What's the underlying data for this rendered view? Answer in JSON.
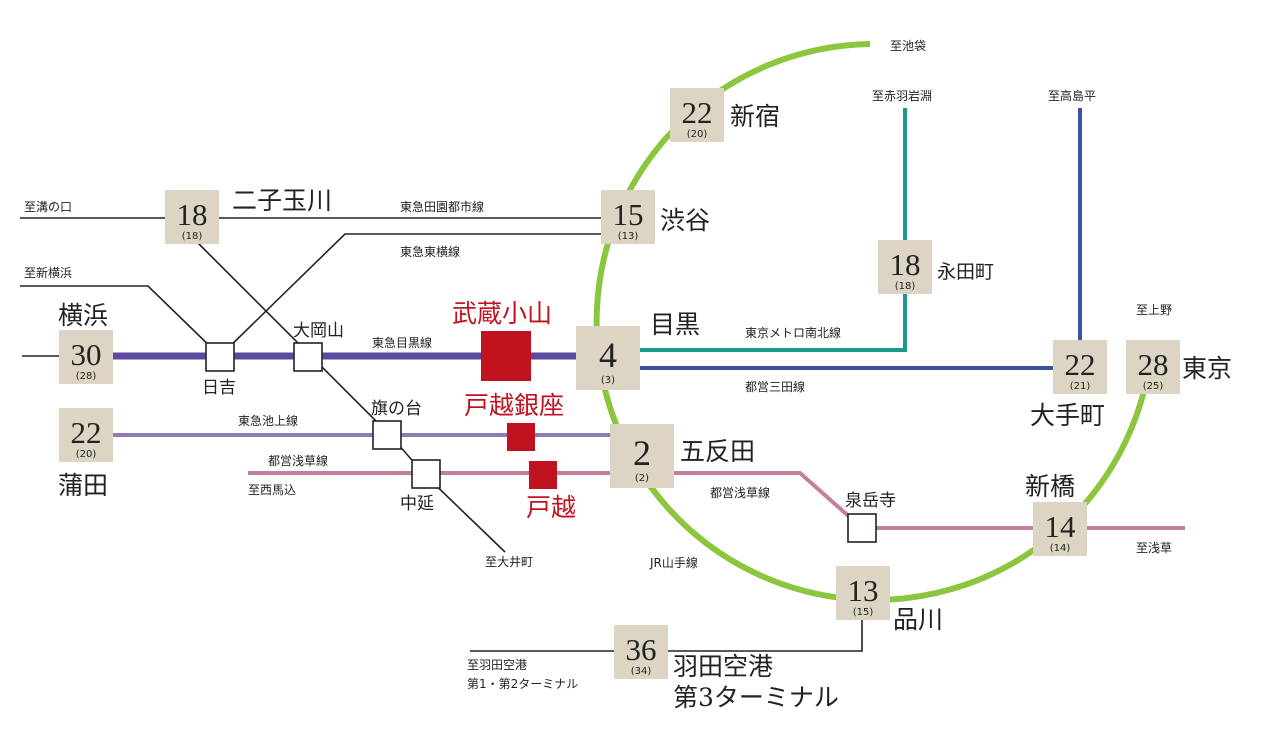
{
  "colors": {
    "jr_yamanote": "#8cc63f",
    "meguro_line": "#5b4aa0",
    "namboku_line": "#1a9a8a",
    "mita_line": "#3d4fa0",
    "ikegami_line": "#8d7bb5",
    "asakusa_line": "#c47fa0",
    "black_line": "#222222",
    "time_box": "#ddd5c3",
    "highlight": "#c0121f"
  },
  "stations": {
    "futakotamagawa": {
      "label": "二子玉川",
      "minutes": "18",
      "sub": "(18)"
    },
    "shinjuku": {
      "label": "新宿",
      "minutes": "22",
      "sub": "(20)"
    },
    "shibuya": {
      "label": "渋谷",
      "minutes": "15",
      "sub": "(13)"
    },
    "nagatacho": {
      "label": "永田町",
      "minutes": "18",
      "sub": "(18)"
    },
    "yokohama": {
      "label": "横浜",
      "minutes": "30",
      "sub": "(28)"
    },
    "meguro": {
      "label": "目黒",
      "minutes": "4",
      "sub": "(3)"
    },
    "otemachi": {
      "label": "大手町",
      "minutes": "22",
      "sub": "(21)"
    },
    "tokyo": {
      "label": "東京",
      "minutes": "28",
      "sub": "(25)"
    },
    "kamata": {
      "label": "蒲田",
      "minutes": "22",
      "sub": "(20)"
    },
    "gotanda": {
      "label": "五反田",
      "minutes": "2",
      "sub": "(2)"
    },
    "shimbashi": {
      "label": "新橋",
      "minutes": "14",
      "sub": "(14)"
    },
    "shinagawa": {
      "label": "品川",
      "minutes": "13",
      "sub": "(15)"
    },
    "haneda": {
      "label1": "羽田空港",
      "label2": "第3ターミナル",
      "minutes": "36",
      "sub": "(34)"
    },
    "hiyoshi": {
      "label": "日吉"
    },
    "ookayama": {
      "label": "大岡山"
    },
    "hatanodai": {
      "label": "旗の台"
    },
    "nakanobu": {
      "label": "中延"
    },
    "sengakuji": {
      "label": "泉岳寺"
    }
  },
  "highlights": {
    "musashikoyama": "武蔵小山",
    "togoshiginza": "戸越銀座",
    "togoshi": "戸越"
  },
  "lines": {
    "denentoshi": "東急田園都市線",
    "toyoko": "東急東横線",
    "meguro": "東急目黒線",
    "namboku": "東京メトロ南北線",
    "mita": "都営三田線",
    "ikegami": "東急池上線",
    "asakusa1": "都営浅草線",
    "asakusa2": "都営浅草線",
    "yamanote": "JR山手線"
  },
  "directions": {
    "mizonokuchi": "至溝の口",
    "shinyokohama": "至新横浜",
    "ikebukuro": "至池袋",
    "akabaneiwabuchi": "至赤羽岩淵",
    "takashimadaira": "至高島平",
    "ueno": "至上野",
    "nishimagome": "至西馬込",
    "oimachi": "至大井町",
    "asakusa": "至浅草",
    "haneda_t12_line1": "至羽田空港",
    "haneda_t12_line2": "第1・第2ターミナル"
  }
}
